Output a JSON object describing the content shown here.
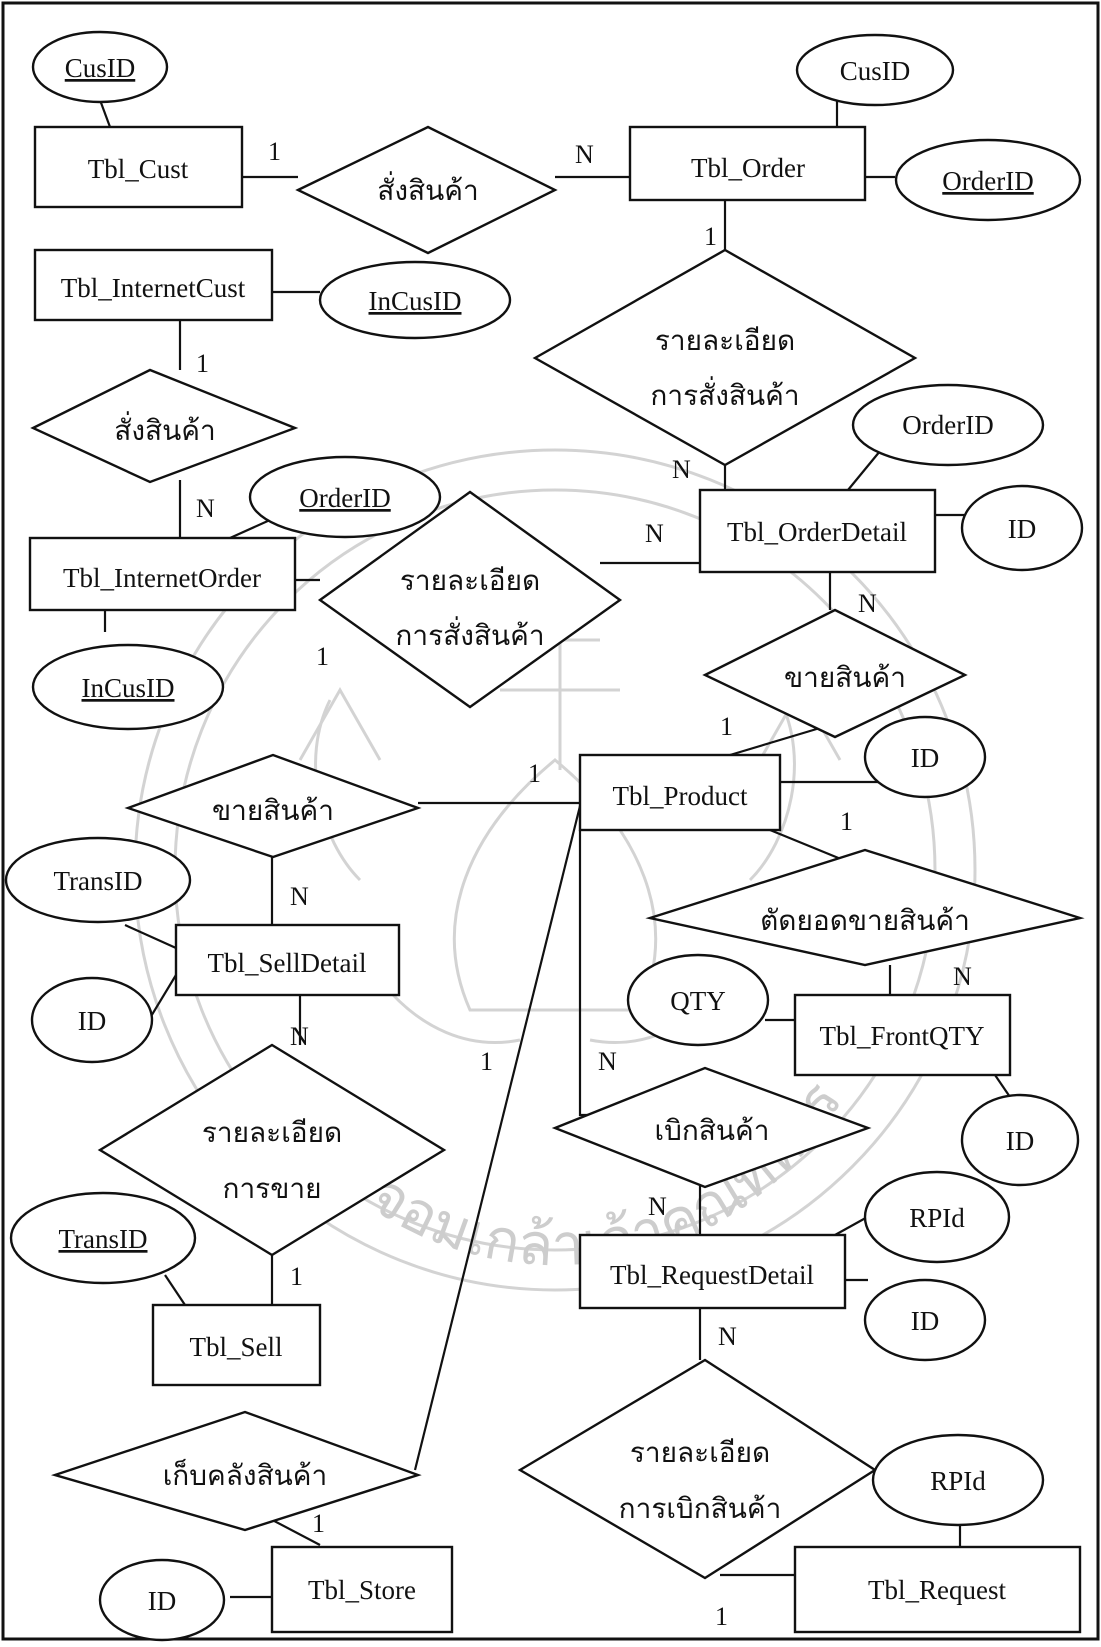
{
  "entities": {
    "cust": "Tbl_Cust",
    "order": "Tbl_Order",
    "internet_cust": "Tbl_InternetCust",
    "internet_order": "Tbl_InternetOrder",
    "order_detail": "Tbl_OrderDetail",
    "product": "Tbl_Product",
    "sell_detail": "Tbl_SellDetail",
    "front_qty": "Tbl_FrontQTY",
    "sell": "Tbl_Sell",
    "request_detail": "Tbl_RequestDetail",
    "store": "Tbl_Store",
    "request": "Tbl_Request"
  },
  "attributes": {
    "cust_cusid": "CusID",
    "order_cusid": "CusID",
    "order_orderid": "OrderID",
    "internet_cust_incusid": "InCusID",
    "internet_order_orderid": "OrderID",
    "internet_order_incusid": "InCusID",
    "order_detail_orderid": "OrderID",
    "order_detail_id": "ID",
    "product_id": "ID",
    "sell_detail_transid": "TransID",
    "sell_detail_id": "ID",
    "front_qty_qty": "QTY",
    "front_qty_id": "ID",
    "sell_transid": "TransID",
    "request_detail_rpid": "RPId",
    "request_detail_id": "ID",
    "store_id": "ID",
    "request_rpid": "RPId"
  },
  "relationships": {
    "r_order_top": "สั่งสินค้า",
    "r_order_detail_l1": "รายละเอียด",
    "r_order_detail_l2": "การสั่งสินค้า",
    "r_internet_order": "สั่งสินค้า",
    "r_internet_detail_l1": "รายละเอียด",
    "r_internet_detail_l2": "การสั่งสินค้า",
    "r_sell_orderdetail": "ขายสินค้า",
    "r_sell_product": "ขายสินค้า",
    "r_cut_stock": "ตัดยอดขายสินค้า",
    "r_sell_detail_l1": "รายละเอียด",
    "r_sell_detail_l2": "การขาย",
    "r_withdraw": "เบิกสินค้า",
    "r_store": "เก็บคลังสินค้า",
    "r_request_detail_l1": "รายละเอียด",
    "r_request_detail_l2": "การเบิกสินค้า"
  },
  "cardinalities": {
    "c_cust_1": "1",
    "c_order_n": "N",
    "c_order_1": "1",
    "c_orderdetail_n_top": "N",
    "c_internetcust_1": "1",
    "c_internetorder_n": "N",
    "c_internetorder_1": "1",
    "c_orderdetail_n_left": "N",
    "c_orderdetail_n_bottom": "N",
    "c_product_1_sell": "1",
    "c_product_1_left": "1",
    "c_product_1_right": "1",
    "c_selldetail_n_top": "N",
    "c_selldetail_n_bottom": "N",
    "c_frontqty_n": "N",
    "c_product_1_store": "1",
    "c_product_n_withdraw": "N",
    "c_requestdetail_n_top": "N",
    "c_sell_1": "1",
    "c_requestdetail_n_bottom": "N",
    "c_store_1": "1",
    "c_request_1": "1"
  },
  "watermark": {
    "arc_text": "พระจอมเกล้าเจ้าคุณทหาร"
  }
}
